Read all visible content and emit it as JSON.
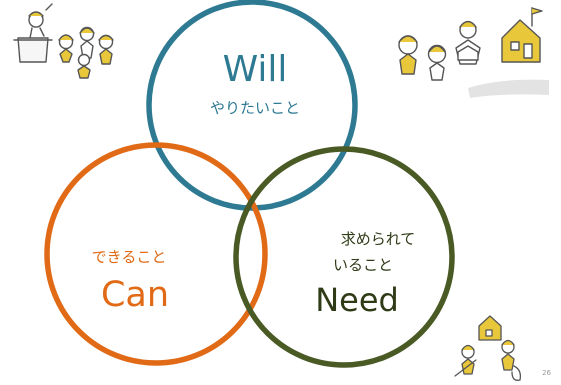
{
  "diagram": {
    "circles": [
      {
        "id": "will",
        "title": "Will",
        "subtitle": "やりたいこと",
        "color": "#2e7a93"
      },
      {
        "id": "can",
        "title": "Can",
        "subtitle": "できること",
        "color": "#e06a16"
      },
      {
        "id": "need",
        "title": "Need",
        "subtitle_line1": "求められて",
        "subtitle_line2": "いること",
        "color": "#4a5a24"
      }
    ]
  },
  "illustrations": [
    {
      "name": "children-cooking-illustration"
    },
    {
      "name": "children-reading-house-illustration"
    },
    {
      "name": "children-cleaning-illustration"
    }
  ],
  "page_number": "26"
}
